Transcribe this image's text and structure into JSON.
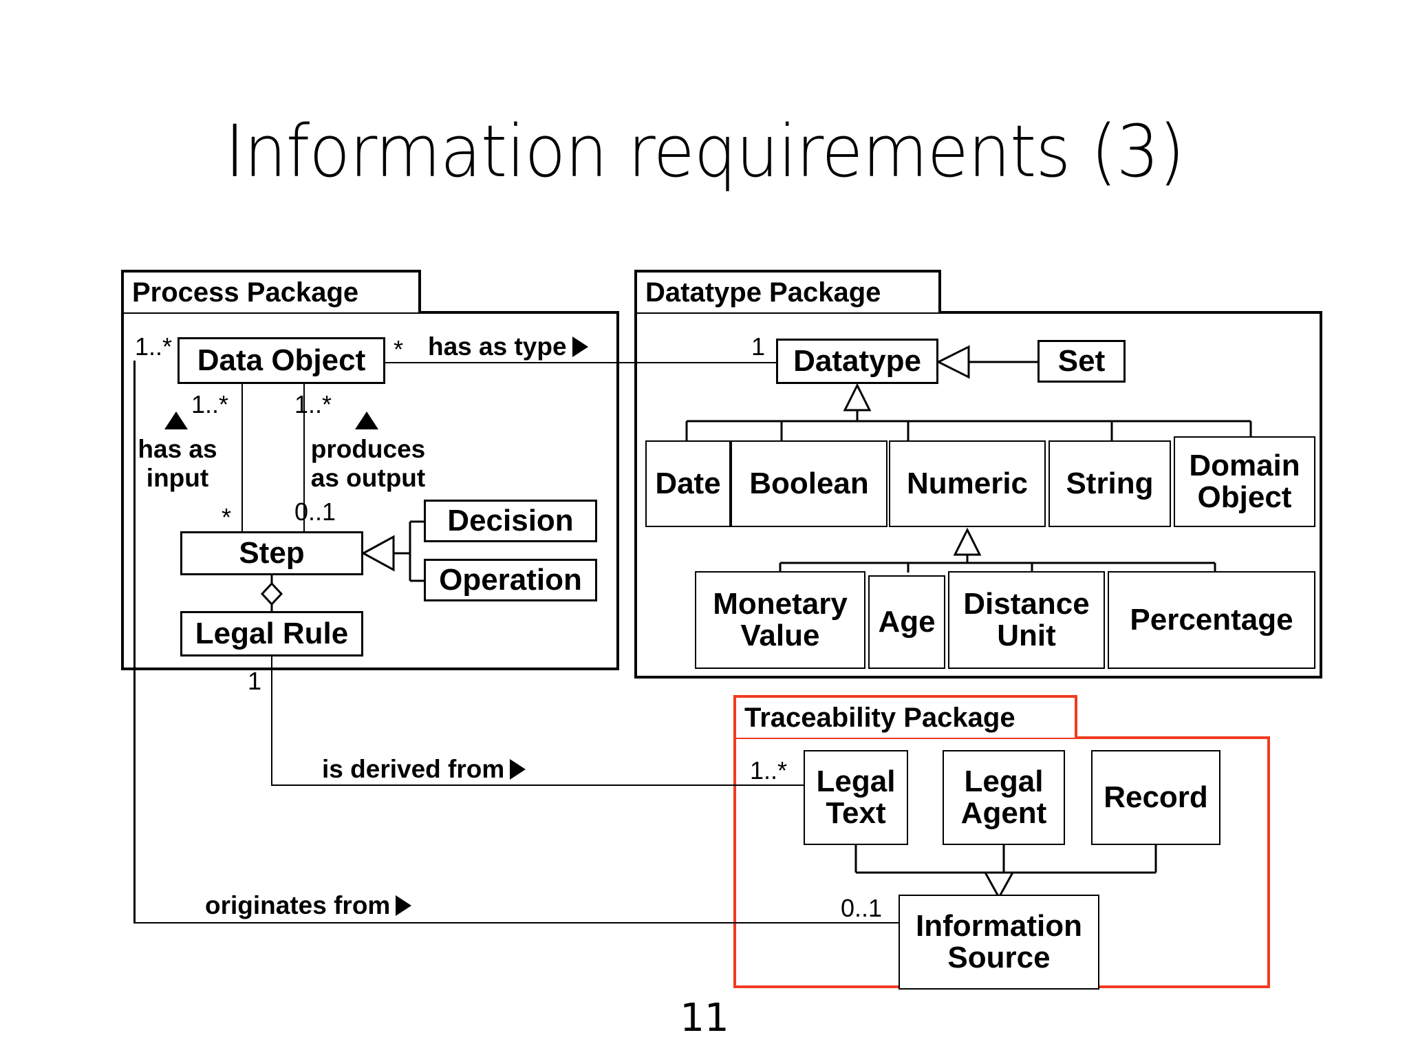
{
  "slide": {
    "title": "Information requirements (3)",
    "page_number": "11",
    "accent_color": "#f03b20",
    "line_color": "#000000",
    "background": "#ffffff"
  },
  "packages": [
    {
      "id": "process",
      "name": "Process Package"
    },
    {
      "id": "datatype",
      "name": "Datatype Package"
    },
    {
      "id": "traceability",
      "name": "Traceability Package"
    }
  ],
  "process_package": {
    "name": "Process Package",
    "classes": [
      {
        "id": "data-object",
        "name": "Data Object"
      },
      {
        "id": "step",
        "name": "Step"
      },
      {
        "id": "decision",
        "name": "Decision"
      },
      {
        "id": "operation",
        "name": "Operation"
      },
      {
        "id": "legal-rule",
        "name": "Legal Rule"
      }
    ],
    "multiplicities": {
      "data_object_left": "1..*",
      "data_object_right": "*",
      "has_as_input_top": "1..*",
      "has_as_input_bottom": "*",
      "produces_as_output_top": "1..*",
      "produces_as_output_bottom": "0..1"
    },
    "roles": {
      "has_as_input_line1": "has as",
      "has_as_input_line2": "input",
      "produces_as_output_line1": "produces",
      "produces_as_output_line2": "as output"
    }
  },
  "datatype_package": {
    "name": "Datatype Package",
    "classes": [
      {
        "id": "datatype",
        "name": "Datatype"
      },
      {
        "id": "set",
        "name": "Set"
      },
      {
        "id": "date",
        "name": "Date"
      },
      {
        "id": "boolean",
        "name": "Boolean"
      },
      {
        "id": "numeric",
        "name": "Numeric"
      },
      {
        "id": "string",
        "name": "String"
      },
      {
        "id": "domain-object",
        "name": "Domain Object"
      },
      {
        "id": "monetary-value",
        "name": "Monetary Value"
      },
      {
        "id": "age",
        "name": "Age"
      },
      {
        "id": "distance-unit",
        "name": "Distance Unit"
      },
      {
        "id": "percentage",
        "name": "Percentage"
      }
    ],
    "multiplicities": {
      "datatype_left": "1"
    }
  },
  "traceability_package": {
    "name": "Traceability Package",
    "classes": [
      {
        "id": "legal-text",
        "name": "Legal Text"
      },
      {
        "id": "legal-agent",
        "name": "Legal Agent"
      },
      {
        "id": "record",
        "name": "Record"
      },
      {
        "id": "information-source",
        "name": "Information Source"
      }
    ],
    "multiplicities": {
      "legal_text_left": "1..*",
      "information_source_left": "0..1"
    }
  },
  "associations": [
    {
      "id": "has-as-type",
      "label": "has as type",
      "direction": "right"
    },
    {
      "id": "is-derived-from",
      "label": "is derived from",
      "direction": "right",
      "source_multiplicity": "1",
      "target_multiplicity": "1..*"
    },
    {
      "id": "originates-from",
      "label": "originates from",
      "direction": "right",
      "target_multiplicity": "0..1"
    }
  ]
}
